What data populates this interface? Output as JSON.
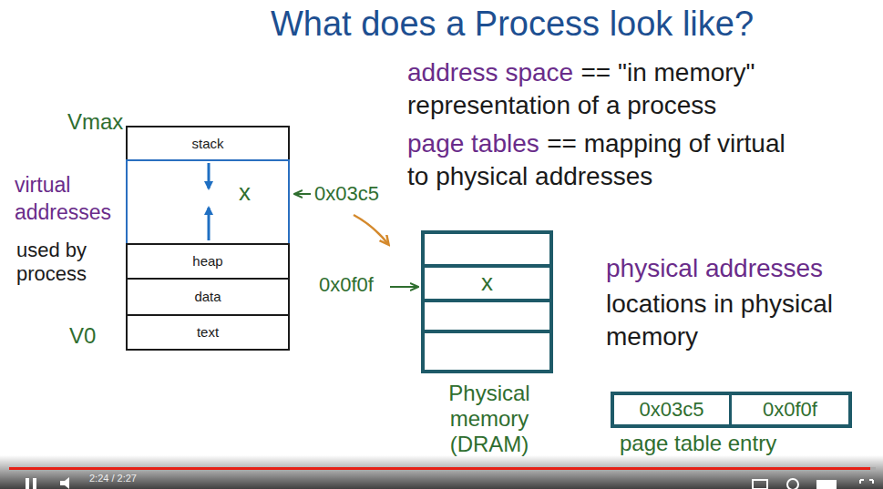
{
  "diagram": {
    "title": "What does a Process look like?",
    "nodes": [
      {
        "text": [
          "stack"
        ]
      },
      {
        "text": [
          "x"
        ]
      },
      {
        "text": [
          "heap"
        ]
      },
      {
        "text": [
          "data"
        ]
      },
      {
        "text": [
          "text"
        ]
      },
      {
        "text": [
          "Physical memory (DRAM)"
        ]
      },
      {
        "text": [
          "x"
        ],
        "in": 5
      },
      {
        "text": [
          "page table entry"
        ]
      },
      {
        "text": [
          "0x03c5"
        ],
        "in": 7
      },
      {
        "text": [
          "0x0f0f"
        ],
        "in": 7
      }
    ],
    "labels": [
      "Vmax",
      "virtual addresses",
      "used by process",
      "V0",
      "0x03c5",
      "0x0f0f",
      "address space",
      "== \"in memory\" representation of a process",
      "page tables",
      "== mapping of virtual to physical addresses",
      "physical addresses",
      "locations in physical memory",
      "2:24 / 2:27"
    ]
  }
}
